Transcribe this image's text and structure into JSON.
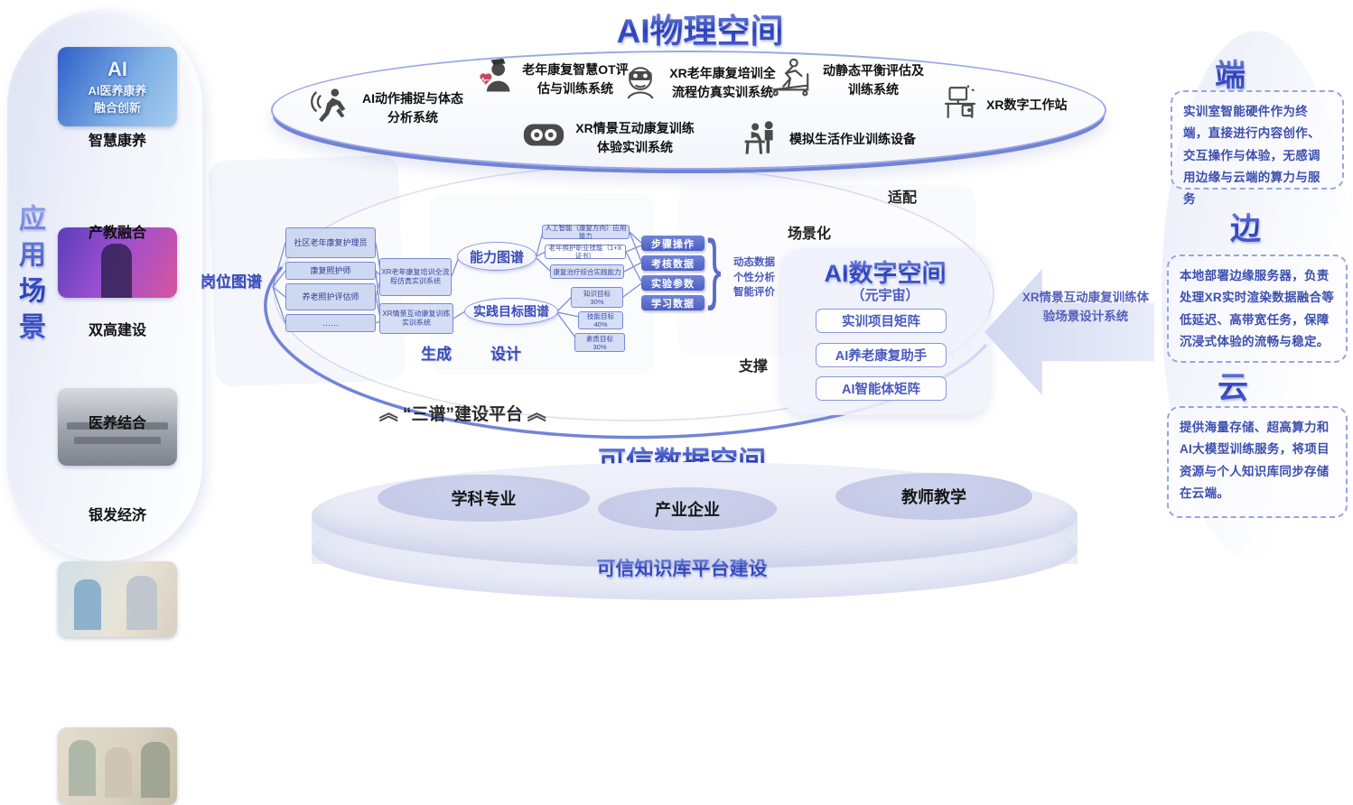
{
  "colors": {
    "accent_blue": "#3347bd",
    "pill_blue": "#5a6cc8",
    "border_purple": "#8a97dd",
    "panel_text": "#3d4fae"
  },
  "header": {
    "title": "AI物理空间"
  },
  "physical_space": {
    "items": [
      {
        "icon": "motion-capture-icon",
        "label": "AI动作捕捉与体态分析系统"
      },
      {
        "icon": "ot-assessment-icon",
        "label": "老年康复智慧OT评估与训练系统"
      },
      {
        "icon": "xr-simulation-icon",
        "label": "XR老年康复培训全流程仿真实训系统"
      },
      {
        "icon": "balance-treadmill-icon",
        "label": "动静态平衡评估及训练系统"
      },
      {
        "icon": "workstation-icon",
        "label": "XR数字工作站"
      },
      {
        "icon": "vr-goggles-icon",
        "label": "XR情景互动康复训练体验实训系统"
      },
      {
        "icon": "life-training-icon",
        "label": "模拟生活作业训练设备"
      }
    ]
  },
  "sidebar": {
    "title": "应用场景",
    "photo1_title": "AI",
    "photo1_line1": "AI医养康养",
    "photo1_line2": "融合创新",
    "scenes": [
      {
        "label": "智慧康养"
      },
      {
        "label": "产教融合"
      },
      {
        "label": "双高建设"
      },
      {
        "label": "医养结合"
      },
      {
        "label": "银发经济"
      }
    ]
  },
  "flow": {
    "position_map": "岗位图谱",
    "positions": [
      "社区老年康复护理员",
      "康复照护师",
      "养老照护评估师",
      "……"
    ],
    "systems": [
      "XR老年康复培训全流程仿真实训系统",
      "XR情景互动康复训练实训系统"
    ],
    "ability_map": "能力图谱",
    "abilities": [
      "人工智能（康复方向）应用能力",
      "老年照护职业技能（1+X证书）",
      "康复治疗综合实践能力"
    ],
    "practice_map": "实践目标图谱",
    "practice_goals": [
      {
        "label": "知识目标",
        "value": "30%"
      },
      {
        "label": "技能目标",
        "value": "40%"
      },
      {
        "label": "素质目标",
        "value": "30%"
      }
    ],
    "data_pills": [
      "步骤操作",
      "考核数据",
      "实验参数",
      "学习数据"
    ],
    "outcome": [
      "动态数据",
      "个性分析",
      "智能评价"
    ],
    "generate_label": "生成",
    "design_label": "设计",
    "brace": "}"
  },
  "platform": {
    "chevron": "《",
    "label": "“三谱”建设平台"
  },
  "digital_space": {
    "title": "AI数字空间",
    "subtitle": "（元宇宙）",
    "buttons": [
      "实训项目矩阵",
      "AI养老康复助手",
      "AI智能体矩阵"
    ],
    "scenario_label": "场景化",
    "adapt_label": "适配",
    "support_label": "支撑"
  },
  "xr_design": {
    "label": "XR情景互动康复训练体验场景设计系统"
  },
  "edge_cloud": {
    "sections": [
      {
        "title": "端",
        "desc": "实训室智能硬件作为终端，直接进行内容创作、交互操作与体验，无感调用边缘与云端的算力与服务"
      },
      {
        "title": "边",
        "desc": "本地部署边缘服务器，负责处理XR实时渲染数据融合等低延迟、高带宽任务，保障沉浸式体验的流畅与稳定。"
      },
      {
        "title": "云",
        "desc": "提供海量存储、超高算力和AI大模型训练服务，将项目资源与个人知识库同步存储在云端。"
      }
    ]
  },
  "data_space": {
    "title": "可信数据空间",
    "ellipses": [
      "学科专业",
      "产业企业",
      "教师教学"
    ],
    "bottom_label": "可信知识库平台建设"
  }
}
